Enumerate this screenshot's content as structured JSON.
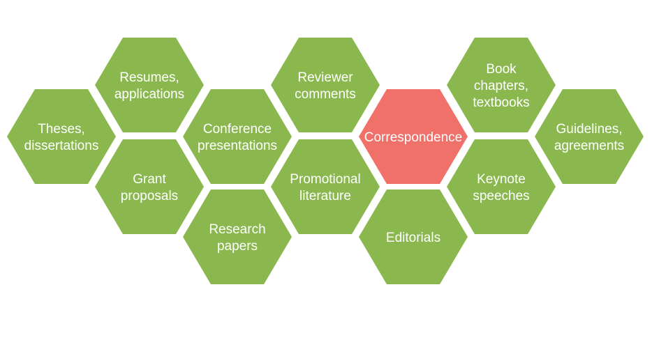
{
  "colors": {
    "default": "#8bb84e",
    "highlight": "#f0706a",
    "text": "#ffffff",
    "background": "#ffffff"
  },
  "hexagons": [
    {
      "id": "theses",
      "lines": [
        "Theses,",
        "dissertations"
      ],
      "highlight": false
    },
    {
      "id": "resumes",
      "lines": [
        "Resumes,",
        "applications"
      ],
      "highlight": false
    },
    {
      "id": "grant",
      "lines": [
        "Grant",
        "proposals"
      ],
      "highlight": false
    },
    {
      "id": "conference",
      "lines": [
        "Conference",
        "presentations"
      ],
      "highlight": false
    },
    {
      "id": "research",
      "lines": [
        "Research",
        "papers"
      ],
      "highlight": false
    },
    {
      "id": "reviewer",
      "lines": [
        "Reviewer",
        "comments"
      ],
      "highlight": false
    },
    {
      "id": "promotional",
      "lines": [
        "Promotional",
        "literature"
      ],
      "highlight": false
    },
    {
      "id": "correspondence",
      "lines": [
        "Correspondence"
      ],
      "highlight": true
    },
    {
      "id": "editorials",
      "lines": [
        "Editorials"
      ],
      "highlight": false
    },
    {
      "id": "book",
      "lines": [
        "Book",
        "chapters,",
        "textbooks"
      ],
      "highlight": false
    },
    {
      "id": "keynote",
      "lines": [
        "Keynote",
        "speeches"
      ],
      "highlight": false
    },
    {
      "id": "guidelines",
      "lines": [
        "Guidelines,",
        "agreements"
      ],
      "highlight": false
    }
  ]
}
